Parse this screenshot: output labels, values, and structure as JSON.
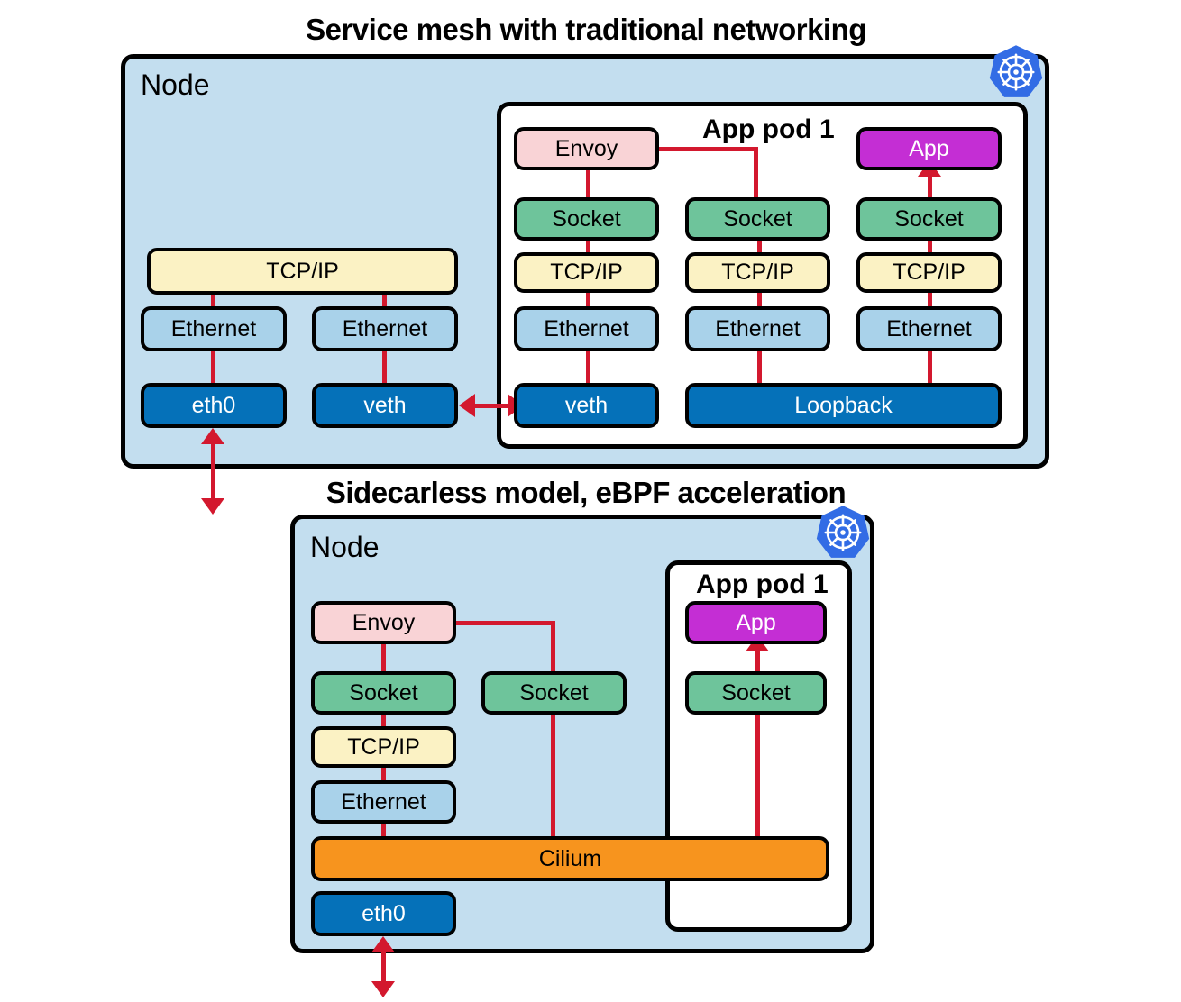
{
  "diagrams": [
    {
      "title": "Service mesh with traditional networking",
      "node_label": "Node",
      "pod_label": "App pod 1",
      "k8s_icon": "kubernetes-logo-icon",
      "boxes": {
        "host_tcpip": "TCP/IP",
        "host_eth_left": "Ethernet",
        "host_eth_right": "Ethernet",
        "host_eth0": "eth0",
        "host_veth": "veth",
        "pod_envoy": "Envoy",
        "pod_app": "App",
        "pod_socket_1": "Socket",
        "pod_socket_2": "Socket",
        "pod_socket_3": "Socket",
        "pod_tcpip_1": "TCP/IP",
        "pod_tcpip_2": "TCP/IP",
        "pod_tcpip_3": "TCP/IP",
        "pod_eth_1": "Ethernet",
        "pod_eth_2": "Ethernet",
        "pod_eth_3": "Ethernet",
        "pod_veth": "veth",
        "pod_loopback": "Loopback"
      }
    },
    {
      "title": "Sidecarless model, eBPF acceleration",
      "node_label": "Node",
      "pod_label": "App pod 1",
      "k8s_icon": "kubernetes-logo-icon",
      "boxes": {
        "host_envoy": "Envoy",
        "host_socket_1": "Socket",
        "host_socket_2": "Socket",
        "host_tcpip": "TCP/IP",
        "host_eth": "Ethernet",
        "cilium": "Cilium",
        "host_eth0": "eth0",
        "pod_app": "App",
        "pod_socket": "Socket"
      }
    }
  ],
  "colors": {
    "node_fill": "#c3deef",
    "pod_fill": "#ffffff",
    "envoy": "#f9d3d6",
    "app": "#c42ed4",
    "socket": "#6ec49b",
    "tcpip": "#fbf2c4",
    "ethernet": "#a9d2ea",
    "nic": "#0571b9",
    "cilium": "#f7941e",
    "connector": "#d3182e",
    "stroke": "#000000",
    "k8s_blue": "#326ce5"
  }
}
